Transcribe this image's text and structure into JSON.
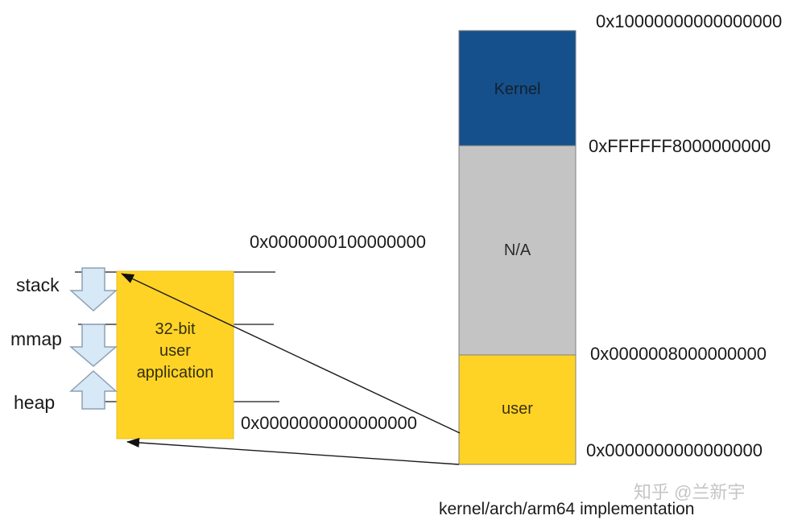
{
  "colors": {
    "kernel_blue": "#15508C",
    "na_gray": "#C4C4C4",
    "user_gold": "#FFD326",
    "arrow_fill": "#D7E9F7",
    "arrow_stroke": "#8EA1B3"
  },
  "memory_bar": {
    "sections": [
      {
        "label": "Kernel"
      },
      {
        "label": "N/A"
      },
      {
        "label": "user"
      }
    ],
    "addresses": {
      "top": "0x10000000000000000",
      "kernel_bottom": "0xFFFFFF8000000000",
      "user_top": "0x0000008000000000",
      "bottom": "0x0000000000000000"
    }
  },
  "user_app_box": {
    "line1": "32-bit",
    "line2": "user",
    "line3": "application",
    "address_top": "0x0000000100000000",
    "address_bottom": "0x0000000000000000",
    "region_labels": {
      "stack": "stack",
      "mmap": "mmap",
      "heap": "heap"
    }
  },
  "caption": "kernel/arch/arm64 implementation",
  "watermark": "知乎 @兰新宇"
}
